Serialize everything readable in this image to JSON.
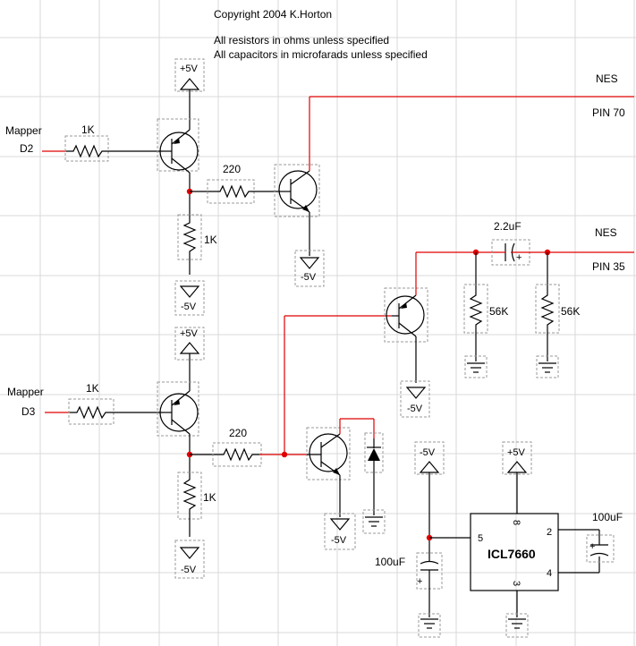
{
  "header": {
    "copyright": "Copyright 2004 K.Horton",
    "note_resistors": "All resistors in ohms unless specified",
    "note_capacitors": "All capacitors in microfarads unless specified"
  },
  "labels": {
    "mapper": "Mapper",
    "d2": "D2",
    "d3": "D3",
    "nes": "NES",
    "pin70": "PIN 70",
    "pin35": "PIN 35",
    "plus5": "+5V",
    "minus5": "-5V",
    "r1k": "1K",
    "r220": "220",
    "r56k": "56K",
    "c22": "2.2uF",
    "c100": "100uF",
    "plus": "+",
    "ic_name": "ICL7660",
    "pin2": "2",
    "pin3": "3",
    "pin4": "4",
    "pin5": "5",
    "pin8": "8"
  }
}
